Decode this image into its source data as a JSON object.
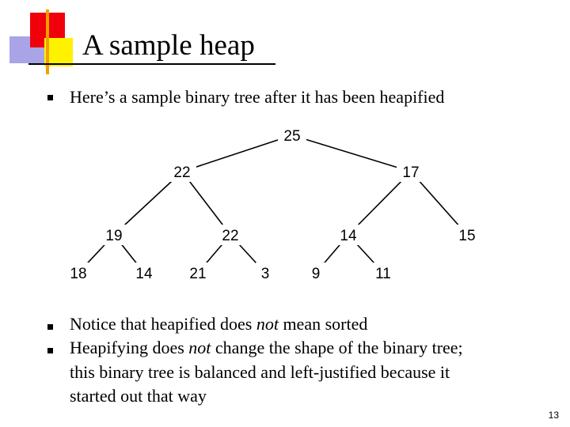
{
  "title": "A sample heap",
  "bullets": {
    "intro": "Here’s a sample binary tree after it has been heapified",
    "notice": {
      "pre": "Notice that heapified does ",
      "em": "not",
      "post": " mean sorted"
    },
    "shape": {
      "line1_pre": "Heapifying does ",
      "line1_em": "not",
      "line1_post": " change the shape of the binary tree;",
      "line2": "this binary tree is balanced and left-justified because it",
      "line3": "started out that way"
    }
  },
  "tree": {
    "nodes": [
      "25",
      "22",
      "17",
      "19",
      "22",
      "14",
      "15",
      "18",
      "14",
      "21",
      "3",
      "9",
      "11"
    ]
  },
  "page_number": "13"
}
